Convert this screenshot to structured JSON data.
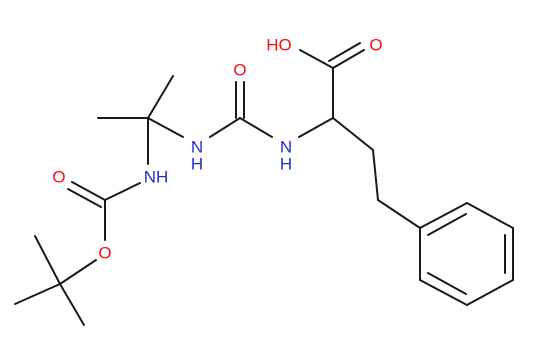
{
  "molecule": {
    "colors": {
      "bond": "#1a1a1a",
      "oxygen": "#ff0d0d",
      "nitrogen": "#1f31c8",
      "background": "#ffffff"
    },
    "labels": {
      "acid_hydroxyl": "HO",
      "acid_carbonyl_oxygen": "O",
      "urea_carbonyl_oxygen": "O",
      "urea_nh_right_n": "N",
      "urea_nh_right_h": "H",
      "urea_nh_left_n": "N",
      "urea_nh_left_h": "H",
      "carbamate_nh": "NH",
      "carbamate_carbonyl_oxygen": "O",
      "carbamate_ester_oxygen": "O"
    }
  }
}
